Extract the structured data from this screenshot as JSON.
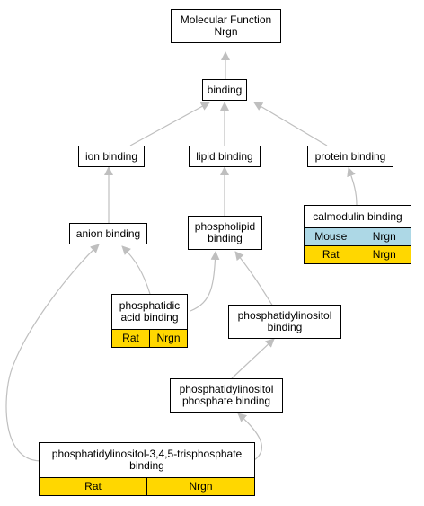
{
  "colors": {
    "edge": "#bfbfbf",
    "rat": "#ffd700",
    "mouse": "#add8e6"
  },
  "nodes": {
    "root": {
      "lines": [
        "Molecular Function",
        "Nrgn"
      ]
    },
    "binding": {
      "lines": [
        "binding"
      ]
    },
    "ion": {
      "lines": [
        "ion binding"
      ]
    },
    "lipid": {
      "lines": [
        "lipid binding"
      ]
    },
    "protein": {
      "lines": [
        "protein binding"
      ]
    },
    "anion": {
      "lines": [
        "anion binding"
      ]
    },
    "phospholipid": {
      "lines": [
        "phospholipid",
        "binding"
      ]
    },
    "calmodulin": {
      "lines": [
        "calmodulin binding"
      ],
      "rows": [
        [
          "Mouse",
          "Nrgn"
        ],
        [
          "Rat",
          "Nrgn"
        ]
      ]
    },
    "pa": {
      "lines": [
        "phosphatidic",
        "acid binding"
      ],
      "rows": [
        [
          "Rat",
          "Nrgn"
        ]
      ]
    },
    "pi": {
      "lines": [
        "phosphatidylinositol",
        "binding"
      ]
    },
    "pip": {
      "lines": [
        "phosphatidylinositol",
        "phosphate binding"
      ]
    },
    "pip3": {
      "lines": [
        "phosphatidylinositol-3,4,5-trisphosphate",
        "binding"
      ],
      "rows": [
        [
          "Rat",
          "Nrgn"
        ]
      ]
    }
  }
}
